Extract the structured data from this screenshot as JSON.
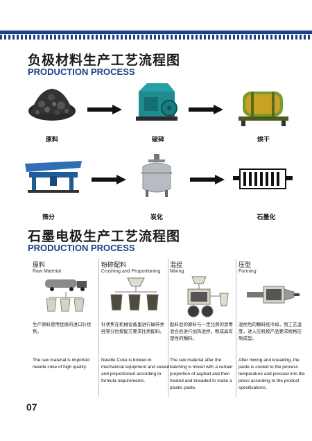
{
  "section1": {
    "title_zh": "负极材料生产工艺流程图",
    "title_en": "PRODUCTION PROCESS",
    "steps": [
      {
        "label": "原料",
        "icon": "coal-pile-icon"
      },
      {
        "label": "破碎",
        "icon": "crusher-icon"
      },
      {
        "label": "烘干",
        "icon": "dryer-icon"
      },
      {
        "label": "筛分",
        "icon": "screen-sifter-icon"
      },
      {
        "label": "炭化",
        "icon": "reactor-icon"
      },
      {
        "label": "石墨化",
        "icon": "graphitization-furnace-icon"
      }
    ]
  },
  "section2": {
    "title_zh": "石墨电极生产工艺流程图",
    "title_en": "PRODUCTION PROCESS",
    "columns": [
      {
        "title_zh": "原料",
        "title_en": "Raw Material",
        "desc_zh": "生产原料使用优质的进口针状焦。",
        "desc_en": "The raw material is imported needle coke of high quality."
      },
      {
        "title_zh": "粉碎配料",
        "title_en": "Crushing and Proportioning",
        "desc_zh": "针状焦在机械设备里进行破碎并经筛分后按配方要求比例配料。",
        "desc_en": "Needle Coke is broken in mechanical equipment and sieved and proportioned according to formula requirements."
      },
      {
        "title_zh": "混捏",
        "title_en": "Mixing",
        "desc_zh": "配料后的原料与一定比例的沥青混合后进行加热混捏，制成具有塑性的糊料。",
        "desc_en": "The raw material after the batching is mixed with a certain proportion of asphalt and then heated and kneaded to make a plastic paste."
      },
      {
        "title_zh": "压型",
        "title_en": "Forming",
        "desc_zh": "混捏后的糊料经冷却，到工艺温度，进入压机按产品要求规格压制成型。",
        "desc_en": "After mixing and kneading, the paste is cooled to the process temperature and pressed into the press according to the product specifications."
      }
    ]
  },
  "page_number": "07",
  "colors": {
    "accent": "#1b3f8a",
    "machine_teal": "#1f8a8f",
    "machine_green": "#6f8f2a"
  }
}
